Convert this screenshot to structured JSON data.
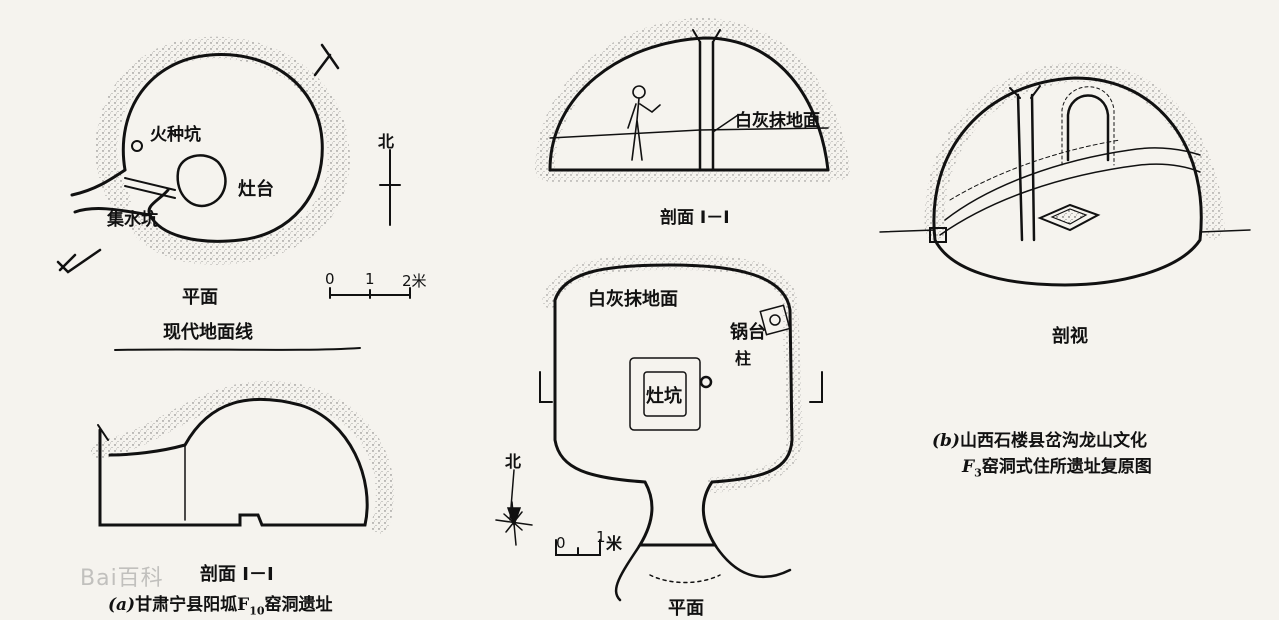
{
  "panel_a": {
    "plan_labels": {
      "fire_pit": "火种坑",
      "stove": "灶台",
      "water_pit": "集水坑"
    },
    "north": "北",
    "scale": {
      "ticks": [
        "0",
        "1",
        "2米"
      ]
    },
    "plan_title": "平面",
    "ground_line": "现代地面线",
    "section_title": "剖面 I－I",
    "caption_prefix": "(a)",
    "caption_text": "甘肃宁县阳坬F",
    "caption_sub": "10",
    "caption_suffix": "窑洞遗址"
  },
  "panel_mid": {
    "section_label": "白灰抹地面",
    "section_title": "剖面 I－I",
    "plan_floor": "白灰抹地面",
    "pot_stand": "锅台",
    "pillar": "柱",
    "stove_pit": "灶坑",
    "north": "北",
    "scale": {
      "ticks": [
        "0",
        "1",
        "米"
      ]
    },
    "plan_title": "平面"
  },
  "panel_b": {
    "view_title": "剖视",
    "caption_line1_prefix": "(b)",
    "caption_line1": "山西石楼县岔沟龙山文化",
    "caption_line2_f": "F",
    "caption_line2_sub": "3",
    "caption_line2": "窑洞式住所遗址复原图"
  },
  "watermark": "Bai百科"
}
